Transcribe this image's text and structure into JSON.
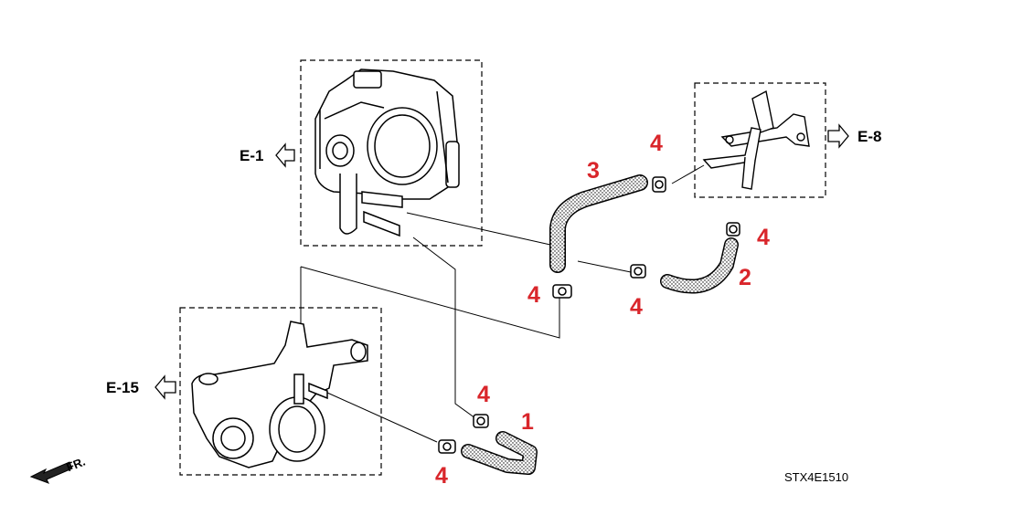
{
  "refs": {
    "e1": "E-1",
    "e8": "E-8",
    "e15": "E-15"
  },
  "callouts": {
    "p1": "1",
    "p2": "2",
    "p3": "3",
    "p4a": "4",
    "p4b": "4",
    "p4c": "4",
    "p4d": "4",
    "p4e": "4",
    "p4f": "4"
  },
  "front_label": "FR.",
  "diagram_code": "STX4E1510",
  "colors": {
    "callout": "#d9262b",
    "line": "#000000"
  }
}
